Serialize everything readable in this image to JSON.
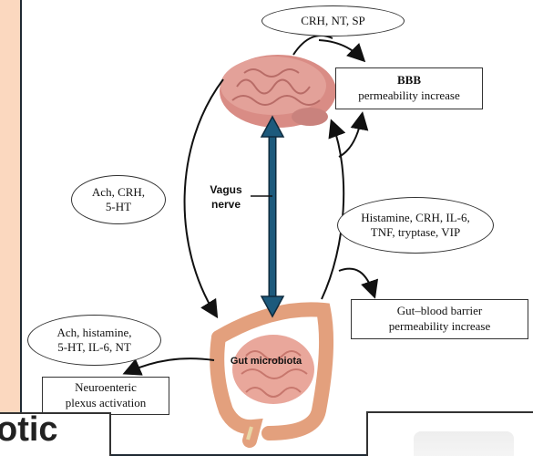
{
  "top_oval": "CRH, NT, SP",
  "bbb": {
    "title": "BBB",
    "subtitle": "permeability increase"
  },
  "left_oval": {
    "line1": "Ach, CRH,",
    "line2": "5-HT"
  },
  "vagus": {
    "line1": "Vagus",
    "line2": "nerve"
  },
  "right_oval": {
    "line1": "Histamine, CRH, IL-6,",
    "line2": "TNF, tryptase, VIP"
  },
  "gut_barrier": {
    "line1": "Gut–blood barrier",
    "line2": "permeability increase"
  },
  "gut_oval": {
    "line1": "Ach, histamine,",
    "line2": "5-HT, IL-6, NT"
  },
  "gut_label": "Gut microbiota",
  "neuro": {
    "line1": "Neuroenteric",
    "line2": "plexus activation"
  },
  "fragment_text": "otic",
  "colors": {
    "background": "#fbd8bf",
    "vagus_arrow": "#1d5a7c",
    "brain": "#d98c85",
    "gut": "#e3a07d"
  }
}
